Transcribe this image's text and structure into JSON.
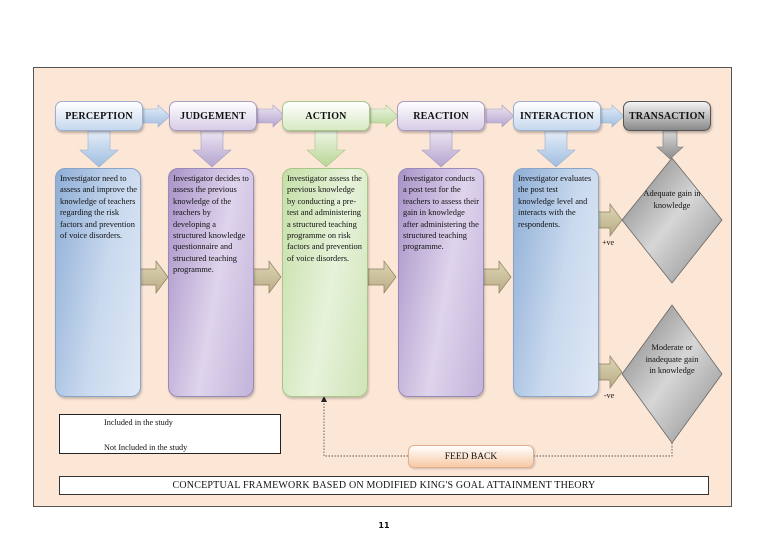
{
  "diagram": {
    "stages": [
      {
        "label": "PERCEPTION",
        "text": "Investigator need to assess and improve the knowledge of teachers regarding the risk factors and prevention of voice disorders.",
        "color": "#c6d8ee"
      },
      {
        "label": "JUDGEMENT",
        "text": "Investigator decides to assess the previous knowledge of the teachers by developing a structured knowledge questionnaire and structured teaching programme.",
        "color": "#d7cce6"
      },
      {
        "label": "ACTION",
        "text": "Investigator assess the previous knowledge by conducting a pre-test and administering a structured teaching programme on risk factors and prevention of voice disorders.",
        "color": "#d8eac4"
      },
      {
        "label": "REACTION",
        "text": "Investigator conducts a post test for the teachers to assess their gain in knowledge after administering the structured teaching programme.",
        "color": "#d7cce6"
      },
      {
        "label": "INTERACTION",
        "text": "Investigator evaluates the post test knowledge level and interacts with the respondents.",
        "color": "#c6d8ee"
      },
      {
        "label": "TRANSACTION",
        "color": "#8a8a8a"
      }
    ],
    "outcomes": [
      {
        "sign": "+ve",
        "text": "Adequate gain in knowledge"
      },
      {
        "sign": "-ve",
        "text": "Moderate or inadequate gain in knowledge"
      }
    ],
    "feedback_label": "FEED BACK",
    "legend": {
      "included": "Included in the study",
      "not_included": "Not Included in the study"
    },
    "title": "CONCEPTUAL FRAMEWORK BASED ON MODIFIED KING'S GOAL ATTAINMENT THEORY",
    "arrow_color": "#cfc59e"
  },
  "page_number": "11"
}
